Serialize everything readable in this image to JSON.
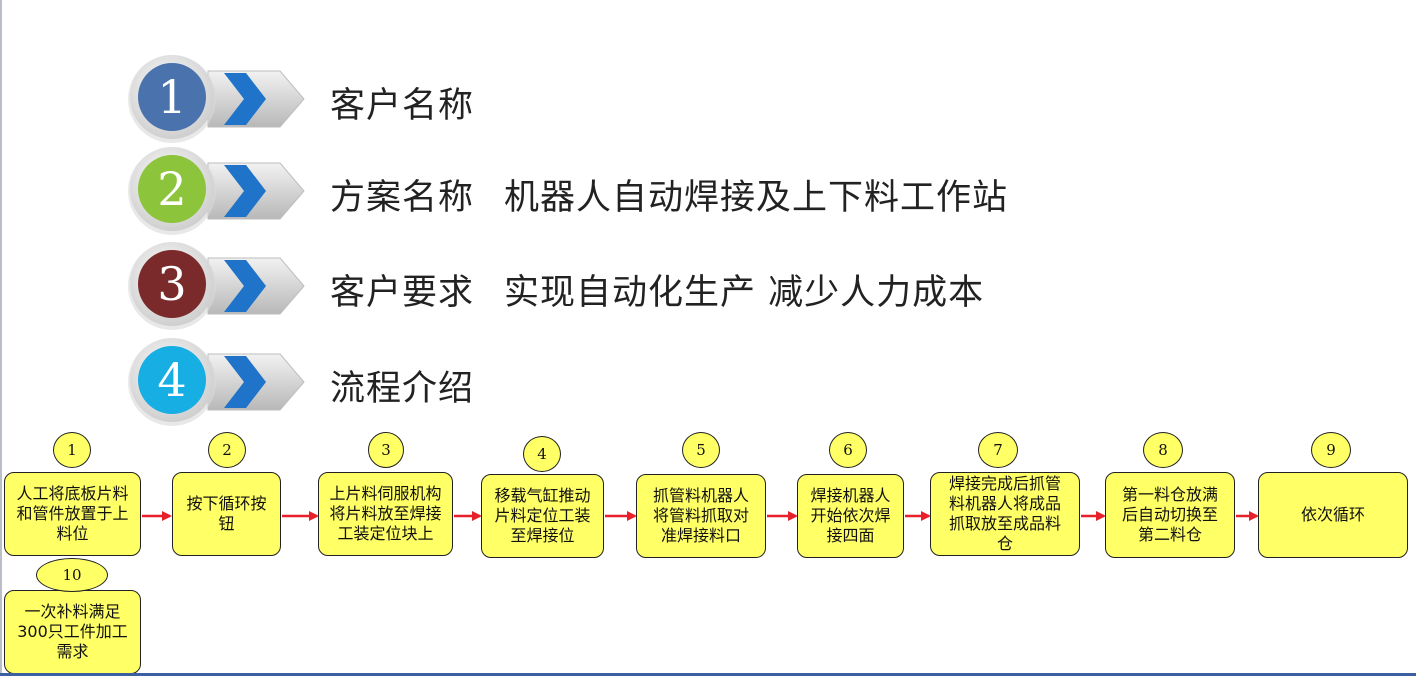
{
  "header_items": [
    {
      "number": "1",
      "color": "#4a73ad",
      "label": "客户名称",
      "value": ""
    },
    {
      "number": "2",
      "color": "#8cc43c",
      "label": "方案名称",
      "value": "机器人自动焊接及上下料工作站"
    },
    {
      "number": "3",
      "color": "#7a2a2a",
      "label": "客户要求",
      "value": "实现自动化生产 减少人力成本"
    },
    {
      "number": "4",
      "color": "#17aee3",
      "label": "流程介绍",
      "value": ""
    }
  ],
  "colors": {
    "chevron": "#1f73c8",
    "arrow": "#e8202a",
    "box_fill": "#ffff66"
  },
  "flow": {
    "steps": [
      {
        "number": "1",
        "text": "人工将底板片料和管件放置于上料位"
      },
      {
        "number": "2",
        "text": "按下循环按钮"
      },
      {
        "number": "3",
        "text": "上片料伺服机构将片料放至焊接工装定位块上"
      },
      {
        "number": "4",
        "text": "移载气缸推动片料定位工装至焊接位"
      },
      {
        "number": "5",
        "text": "抓管料机器人将管料抓取对准焊接料口"
      },
      {
        "number": "6",
        "text": "焊接机器人开始依次焊接四面"
      },
      {
        "number": "7",
        "text": "焊接完成后抓管料机器人将成品抓取放至成品料仓"
      },
      {
        "number": "8",
        "text": "第一料仓放满后自动切换至第二料仓"
      },
      {
        "number": "9",
        "text": "依次循环"
      },
      {
        "number": "10",
        "text": "一次补料满足300只工件加工需求"
      }
    ]
  }
}
